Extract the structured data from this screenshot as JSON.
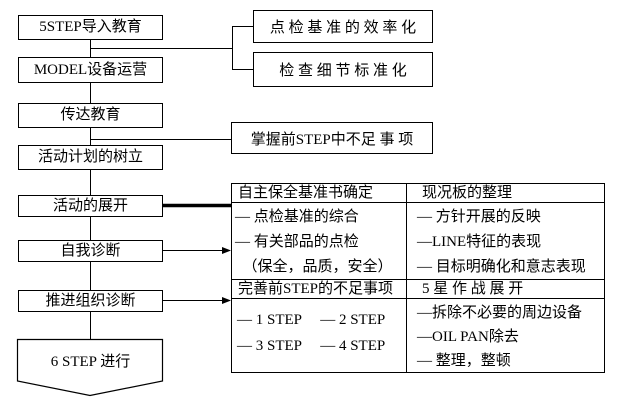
{
  "colors": {
    "line": "#000000",
    "background": "#ffffff",
    "text": "#000000"
  },
  "flowchart": {
    "steps": [
      {
        "label": "5STEP导入教育"
      },
      {
        "label": "MODEL设备运营"
      },
      {
        "label": "传达教育"
      },
      {
        "label": "活动计划的树立"
      },
      {
        "label": "活动的展开"
      },
      {
        "label": "自我诊断"
      },
      {
        "label": "推进组织诊断"
      },
      {
        "label": "6 STEP 进行"
      }
    ],
    "callouts": [
      {
        "label": "点 检 基 准 的 效 率 化"
      },
      {
        "label": "检 查 细 节 标 准 化"
      },
      {
        "label": "掌握前STEP中不足 事 项"
      }
    ]
  },
  "table": {
    "sections": [
      {
        "left": {
          "header": "自主保全基准书确定",
          "items": [
            "— 点检基准的综合",
            "— 有关部品的点检",
            "　（保全，品质，安全）"
          ]
        },
        "right": {
          "header": "现况板的整理",
          "items": [
            "— 方针开展的反映",
            "—LINE特征的表现",
            "— 目标明确化和意志表现"
          ]
        }
      },
      {
        "left": {
          "header": "完善前STEP的不足事项",
          "items": [
            "— 1 STEP　 — 2 STEP",
            "— 3 STEP　 — 4 STEP"
          ]
        },
        "right": {
          "header": "5 星 作 战 展 开",
          "items": [
            "—拆除不必要的周边设备",
            "—OIL PAN除去",
            "— 整理，整顿"
          ]
        }
      }
    ]
  }
}
